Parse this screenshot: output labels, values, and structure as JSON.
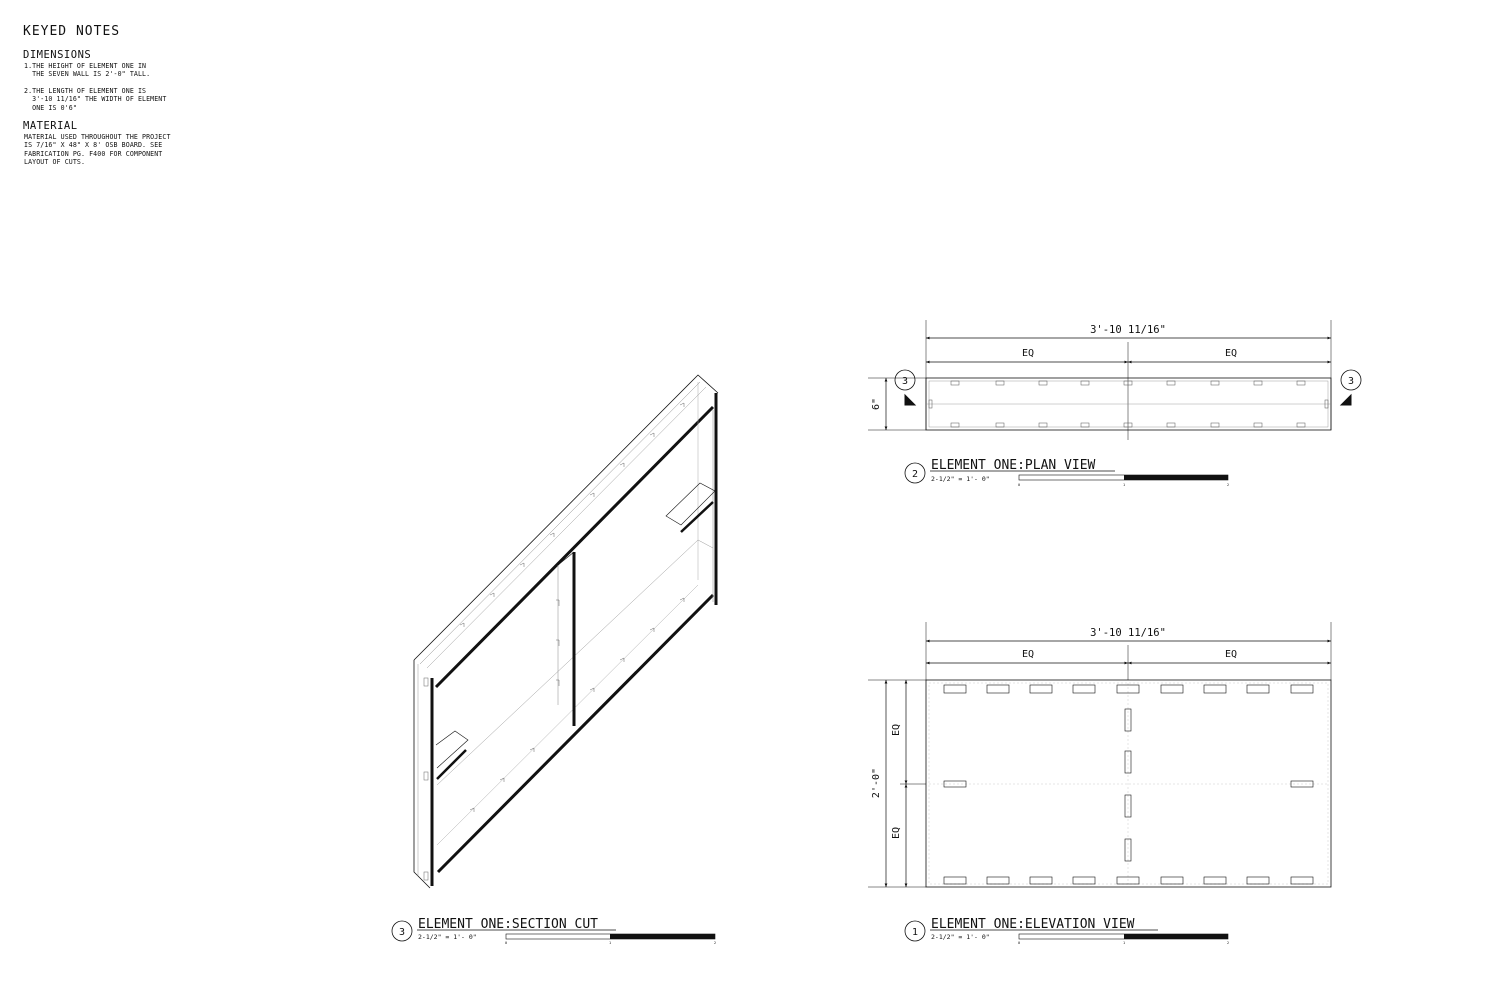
{
  "keyed_notes": {
    "title": "KEYED NOTES",
    "dimensions_heading": "DIMENSIONS",
    "note_1": "1.THE HEIGHT OF ELEMENT ONE IN\n  THE SEVEN WALL IS 2'-0\" TALL.",
    "note_2": "2.THE LENGTH OF ELEMENT ONE IS\n  3'-10 11/16\" THE WIDTH OF ELEMENT\n  ONE IS 0'6\"",
    "material_heading": "MATERIAL",
    "material_text": "MATERIAL USED THROUGHOUT THE PROJECT\nIS 7/16\" X 48\" X 8' OSB BOARD. SEE\nFABRICATION PG. F400 FOR COMPONENT\nLAYOUT OF CUTS."
  },
  "plan_view": {
    "overall_dim": "3'-10 11/16\"",
    "eq_left": "EQ",
    "eq_right": "EQ",
    "depth_dim": "6\"",
    "section_marker": "3",
    "view_number": "2",
    "title": "ELEMENT ONE:PLAN VIEW",
    "scale": "2-1/2\" = 1'- 0\"",
    "bar_ticks": [
      "0",
      "1",
      "2"
    ]
  },
  "elevation_view": {
    "overall_dim": "3'-10 11/16\"",
    "eq_left": "EQ",
    "eq_right": "EQ",
    "eq_top": "EQ",
    "eq_bottom": "EQ",
    "height_dim": "2'-0\"",
    "view_number": "1",
    "title": "ELEMENT ONE:ELEVATION VIEW",
    "scale": "2-1/2\" = 1'- 0\"",
    "bar_ticks": [
      "0",
      "1",
      "2"
    ]
  },
  "section_cut": {
    "view_number": "3",
    "title": "ELEMENT ONE:SECTION CUT",
    "scale": "2-1/2\" = 1'- 0\"",
    "bar_ticks": [
      "0",
      "1",
      "2"
    ]
  }
}
